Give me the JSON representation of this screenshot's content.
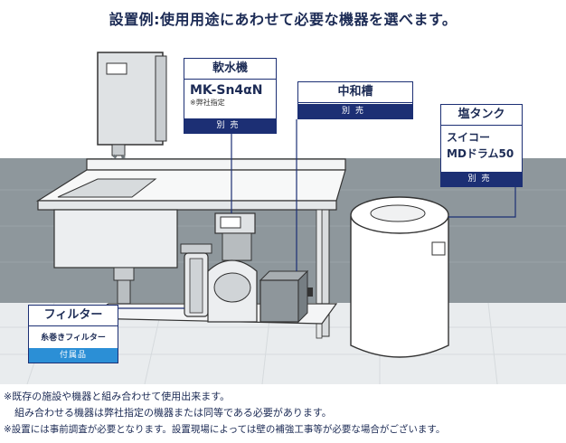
{
  "heading": "設置例:使用用途にあわせて必要な機器を選べます。",
  "callouts": {
    "softener": {
      "title": "軟水機",
      "model": "MK-Sn4αN",
      "note": "※弊社指定",
      "footer": "別売"
    },
    "neutralizer": {
      "title": "中和槽",
      "footer": "別売"
    },
    "salt_tank": {
      "title": "塩タンク",
      "line1": "スイコー",
      "line2": "MDドラム50",
      "footer": "別売"
    },
    "filter": {
      "title": "フィルター",
      "model": "糸巻きフィルター",
      "footer": "付属品"
    }
  },
  "notes": [
    "※既存の施設や機器と組み合わせて使用出来ます。",
    "組み合わせる機器は弊社指定の機器または同等である必要があります。",
    "※設置には事前調査が必要となります。設置現場によっては壁の補強工事等が必要な場合がございます。"
  ],
  "colors": {
    "navy": "#1c2f74",
    "accent_blue": "#2b8fd6",
    "wall": "#8e979c",
    "floor": "#e9ecee"
  }
}
